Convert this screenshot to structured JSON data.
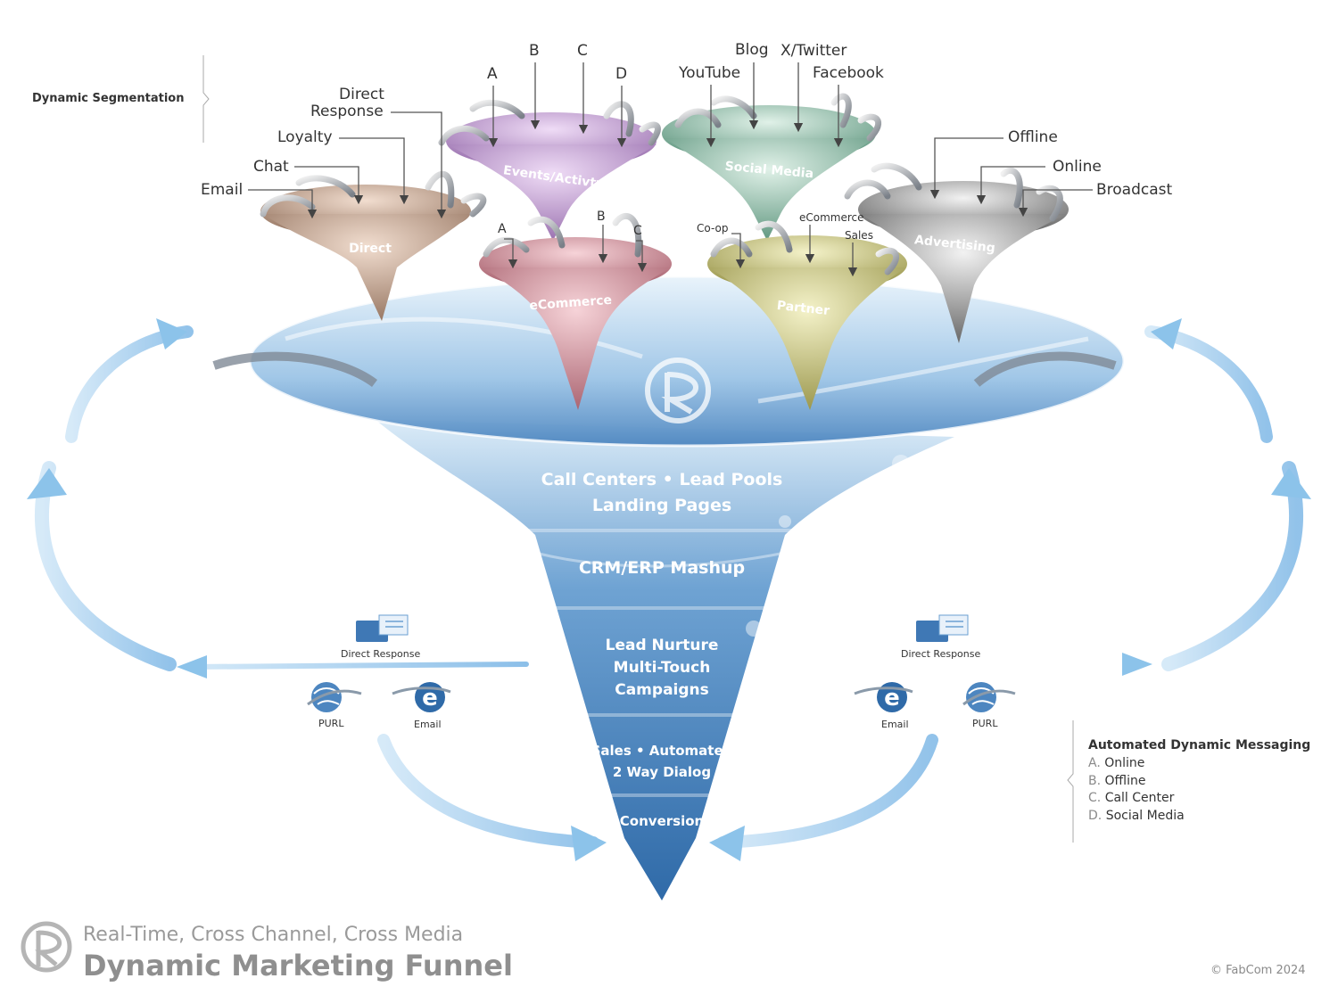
{
  "segmentation_title": "Dynamic Segmentation",
  "funnels": {
    "direct": {
      "name": "Direct",
      "color": "#c9a78f",
      "channels": {
        "email": "Email",
        "chat": "Chat",
        "loyalty": "Loyalty",
        "direct_response_1": "Direct",
        "direct_response_2": "Response"
      }
    },
    "events": {
      "name": "Events/Activty",
      "color": "#c7a3d6",
      "channels": {
        "a": "A",
        "b": "B",
        "c": "C",
        "d": "D"
      }
    },
    "ecommerce": {
      "name": "eCommerce",
      "color": "#d48f9a",
      "channels": {
        "a": "A",
        "b": "B",
        "c": "C"
      }
    },
    "social": {
      "name": "Social Media",
      "color": "#9dc7b3",
      "channels": {
        "youtube": "YouTube",
        "blog": "Blog",
        "twitter": "X/Twitter",
        "facebook": "Facebook"
      }
    },
    "partner": {
      "name": "Partner",
      "color": "#d2cf86",
      "channels": {
        "coop": "Co-op",
        "ecommerce": "eCommerce",
        "sales": "Sales"
      }
    },
    "advertising": {
      "name": "Advertising",
      "color": "#a8a8a8",
      "channels": {
        "offline": "Offline",
        "online": "Online",
        "broadcast": "Broadcast"
      }
    }
  },
  "main_funnel": {
    "color": "#5f95c9",
    "stages": {
      "s1_l1": "Call Centers • Lead Pools",
      "s1_l2": "Landing Pages",
      "s2": "CRM/ERP Mashup",
      "s3_l1": "Lead Nurture",
      "s3_l2": "Multi-Touch",
      "s3_l3": "Campaigns",
      "s4_l1": "Sales • Automated",
      "s4_l2": "2 Way Dialog",
      "s5": "Conversion"
    }
  },
  "left_icons": {
    "direct_response": "Direct Response",
    "purl": "PURL",
    "email": "Email"
  },
  "right_icons": {
    "direct_response": "Direct Response",
    "email": "Email",
    "purl": "PURL"
  },
  "messaging": {
    "title": "Automated Dynamic Messaging",
    "items": [
      {
        "key": "A.",
        "label": "Online"
      },
      {
        "key": "B.",
        "label": "Offline"
      },
      {
        "key": "C.",
        "label": "Call Center"
      },
      {
        "key": "D.",
        "label": "Social Media"
      }
    ]
  },
  "footer": {
    "subtitle": "Real-Time, Cross Channel, Cross Media",
    "title": "Dynamic Marketing Funnel",
    "copyright": "© FabCom 2024"
  },
  "colors": {
    "arrow_blue": "#8cc3ea",
    "leader_line": "#555555",
    "water_dark": "#3f78b5",
    "water_light": "#bfdcf2"
  },
  "icons": [
    "envelope-icon",
    "globe-icon",
    "e-mail-icon",
    "logo-icon"
  ]
}
